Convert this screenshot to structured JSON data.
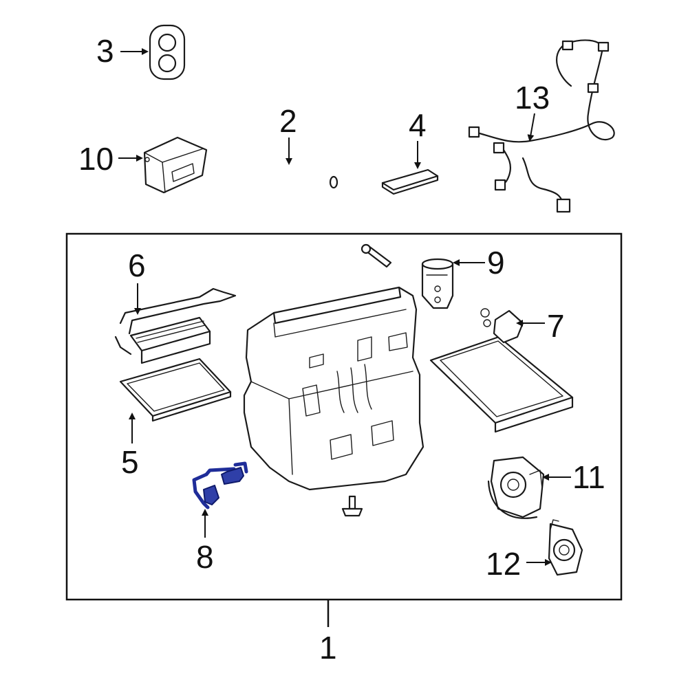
{
  "diagram": {
    "highlight_color": "#2f3fa8",
    "line_color": "#1a1a1a",
    "callouts": {
      "c1": "1",
      "c2": "2",
      "c3": "3",
      "c4": "4",
      "c5": "5",
      "c6": "6",
      "c7": "7",
      "c8": "8",
      "c9": "9",
      "c10": "10",
      "c11": "11",
      "c12": "12",
      "c13": "13"
    }
  }
}
